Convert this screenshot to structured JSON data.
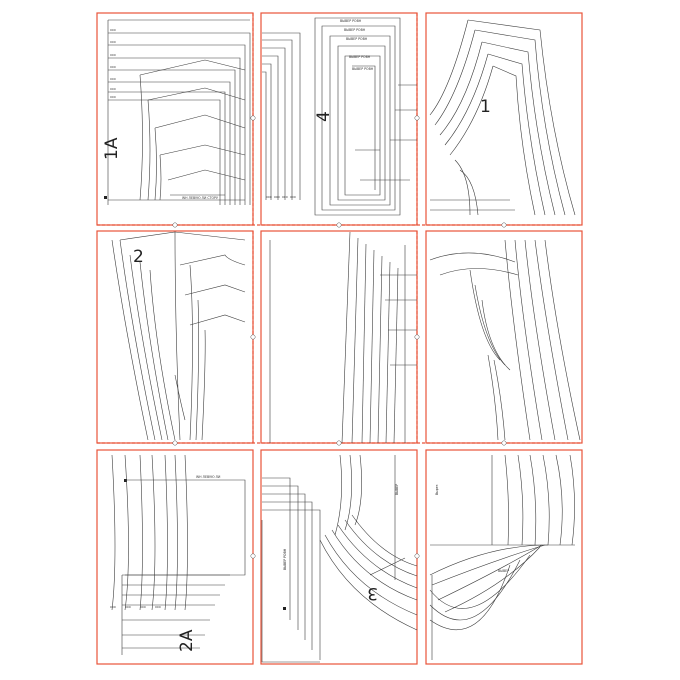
{
  "labels": {
    "piece_1": "1",
    "piece_1a": "1A",
    "piece_2": "2",
    "piece_2a": "2A",
    "piece_3": "3",
    "piece_4": "4"
  },
  "colors": {
    "border": "#e8543a",
    "lines": "#3c3c3c",
    "background": "#ffffff"
  }
}
